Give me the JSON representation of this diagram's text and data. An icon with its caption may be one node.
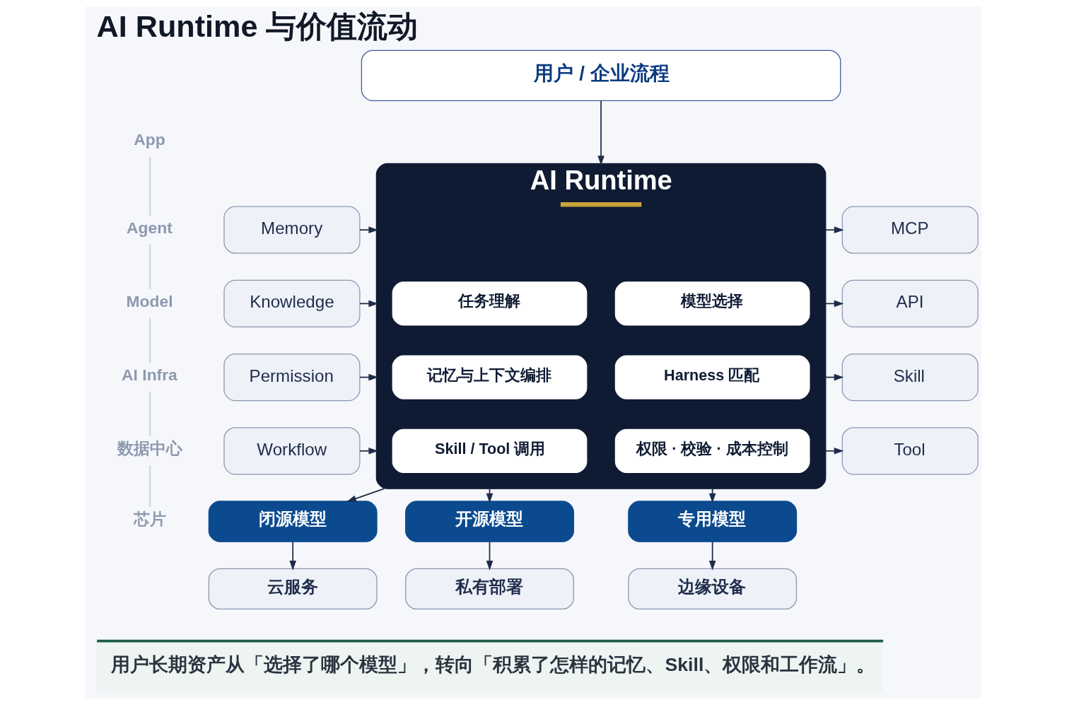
{
  "diagram": {
    "title": "AI Runtime 与价值流动",
    "caption": "用户长期资产从「选择了哪个模型」，转向「积累了怎样的记忆、Skill、权限和工作流」。",
    "nodes": [
      {
        "text": [
          "用户 / 企业流程"
        ]
      },
      {
        "text": [
          "AI Runtime"
        ]
      },
      {
        "text": [
          "任务理解"
        ],
        "in": 1
      },
      {
        "text": [
          "模型选择"
        ],
        "in": 1
      },
      {
        "text": [
          "记忆与上下文编排"
        ],
        "in": 1
      },
      {
        "text": [
          "Harness 匹配"
        ],
        "in": 1
      },
      {
        "text": [
          "Skill / Tool 调用"
        ],
        "in": 1
      },
      {
        "text": [
          "权限 · 校验 · 成本控制"
        ],
        "in": 1
      },
      {
        "text": [
          "Memory"
        ]
      },
      {
        "text": [
          "Knowledge"
        ]
      },
      {
        "text": [
          "Permission"
        ]
      },
      {
        "text": [
          "Workflow"
        ]
      },
      {
        "text": [
          "MCP"
        ]
      },
      {
        "text": [
          "API"
        ]
      },
      {
        "text": [
          "Skill"
        ]
      },
      {
        "text": [
          "Tool"
        ]
      },
      {
        "text": [
          "闭源模型"
        ]
      },
      {
        "text": [
          "开源模型"
        ]
      },
      {
        "text": [
          "专用模型"
        ]
      },
      {
        "text": [
          "云服务"
        ]
      },
      {
        "text": [
          "私有部署"
        ]
      },
      {
        "text": [
          "边缘设备"
        ]
      },
      {
        "text": [
          "App"
        ]
      },
      {
        "text": [
          "Agent"
        ]
      },
      {
        "text": [
          "Model"
        ]
      },
      {
        "text": [
          "AI Infra"
        ]
      },
      {
        "text": [
          "数据中心"
        ]
      },
      {
        "text": [
          "芯片"
        ]
      }
    ],
    "edges": [
      {
        "from": 0,
        "to": 1,
        "arrow": "to"
      },
      {
        "from": 8,
        "to": 1,
        "arrow": "to"
      },
      {
        "from": 9,
        "to": 1,
        "arrow": "to"
      },
      {
        "from": 10,
        "to": 1,
        "arrow": "to"
      },
      {
        "from": 11,
        "to": 1,
        "arrow": "to"
      },
      {
        "from": 1,
        "to": 12,
        "arrow": "to"
      },
      {
        "from": 1,
        "to": 13,
        "arrow": "to"
      },
      {
        "from": 1,
        "to": 14,
        "arrow": "to"
      },
      {
        "from": 1,
        "to": 15,
        "arrow": "to"
      },
      {
        "from": 1,
        "to": 16,
        "arrow": "to"
      },
      {
        "from": 1,
        "to": 17,
        "arrow": "to"
      },
      {
        "from": 1,
        "to": 18,
        "arrow": "to"
      },
      {
        "from": 16,
        "to": 19,
        "arrow": "to"
      },
      {
        "from": 17,
        "to": 20,
        "arrow": "to"
      },
      {
        "from": 18,
        "to": 21,
        "arrow": "to"
      },
      {
        "from": 22,
        "to": 23,
        "arrow": "none",
        "color": "#d3d9e3"
      },
      {
        "from": 23,
        "to": 24,
        "arrow": "none",
        "color": "#d3d9e3"
      },
      {
        "from": 24,
        "to": 25,
        "arrow": "none",
        "color": "#d3d9e3"
      },
      {
        "from": 25,
        "to": 26,
        "arrow": "none",
        "color": "#d3d9e3"
      },
      {
        "from": 26,
        "to": 27,
        "arrow": "none",
        "color": "#d3d9e3"
      }
    ]
  }
}
